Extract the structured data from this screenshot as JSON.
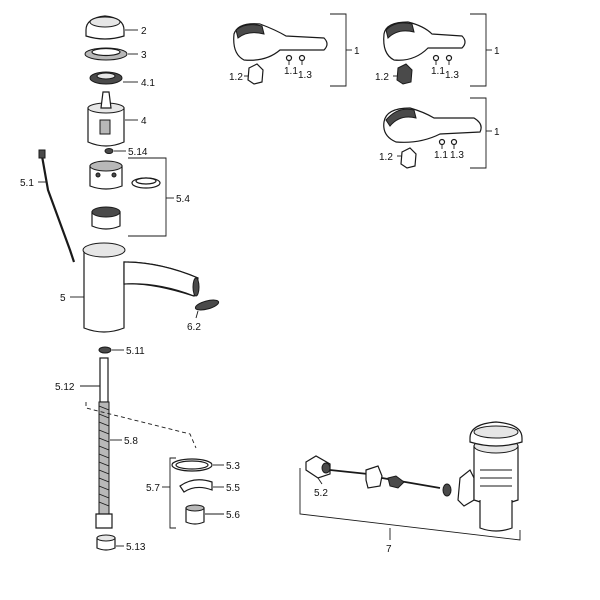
{
  "labels": {
    "l2": "2",
    "l3": "3",
    "l4_1": "4.1",
    "l4": "4",
    "l5_14": "5.14",
    "l5_1": "5.1",
    "l5_4": "5.4",
    "l5": "5",
    "l6_2": "6.2",
    "l5_11": "5.11",
    "l5_12": "5.12",
    "l5_8": "5.8",
    "l5_3": "5.3",
    "l5_7": "5.7",
    "l5_5": "5.5",
    "l5_6": "5.6",
    "l5_13": "5.13",
    "h1_1": "1",
    "h1_12": "1.2",
    "h1_11": "1.1",
    "h1_13": "1.3",
    "h2_1": "1",
    "h2_12": "1.2",
    "h2_11": "1.1",
    "h2_13": "1.3",
    "h3_1": "1",
    "h3_12": "1.2",
    "h3_11": "1.1",
    "h3_13": "1.3",
    "w5_2": "5.2",
    "w7": "7"
  }
}
